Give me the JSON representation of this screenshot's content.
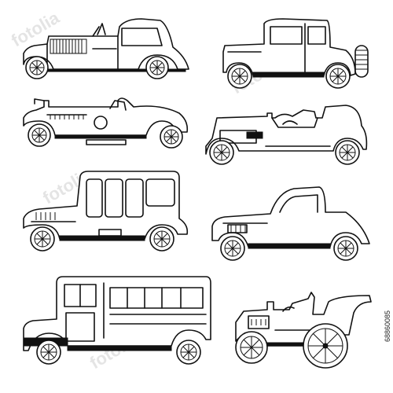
{
  "image_id_text": "68860085",
  "watermark_text": "fotolia",
  "colors": {
    "ink": "#111111",
    "paper": "#ffffff",
    "watermark": "#d9d9d9"
  },
  "items": [
    {
      "name": "vintage-sports-coupe"
    },
    {
      "name": "vintage-model-t-coupe"
    },
    {
      "name": "vintage-racing-roadster"
    },
    {
      "name": "vintage-touring-car"
    },
    {
      "name": "vintage-limousine"
    },
    {
      "name": "vintage-roadster-coupe"
    },
    {
      "name": "vintage-bus"
    },
    {
      "name": "vintage-buggy"
    }
  ]
}
